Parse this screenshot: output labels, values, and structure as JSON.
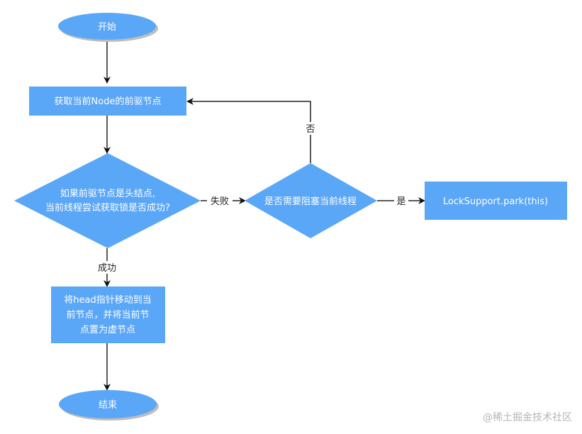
{
  "colors": {
    "node_fill": "#5aa6f7",
    "line": "#222222",
    "shadow": "#bdbdbd"
  },
  "nodes": {
    "start": {
      "label": "开始"
    },
    "get_prev": {
      "label": "获取当前Node的前驱节点"
    },
    "decision_lock": {
      "lines": [
        "如果前驱节点是头结点,",
        "当前线程尝试获取锁是否成功?"
      ]
    },
    "decision_block": {
      "label": "是否需要阻塞当前线程"
    },
    "park": {
      "label": "LockSupport.park(this)"
    },
    "move_head": {
      "lines": [
        "将head指针移动到当",
        "前节点，并将当前节",
        "点置为虚节点"
      ]
    },
    "end": {
      "label": "结束"
    }
  },
  "edges": {
    "fail": "失败",
    "success": "成功",
    "no": "否",
    "yes": "是"
  },
  "watermark": "@稀土掘金技术社区"
}
